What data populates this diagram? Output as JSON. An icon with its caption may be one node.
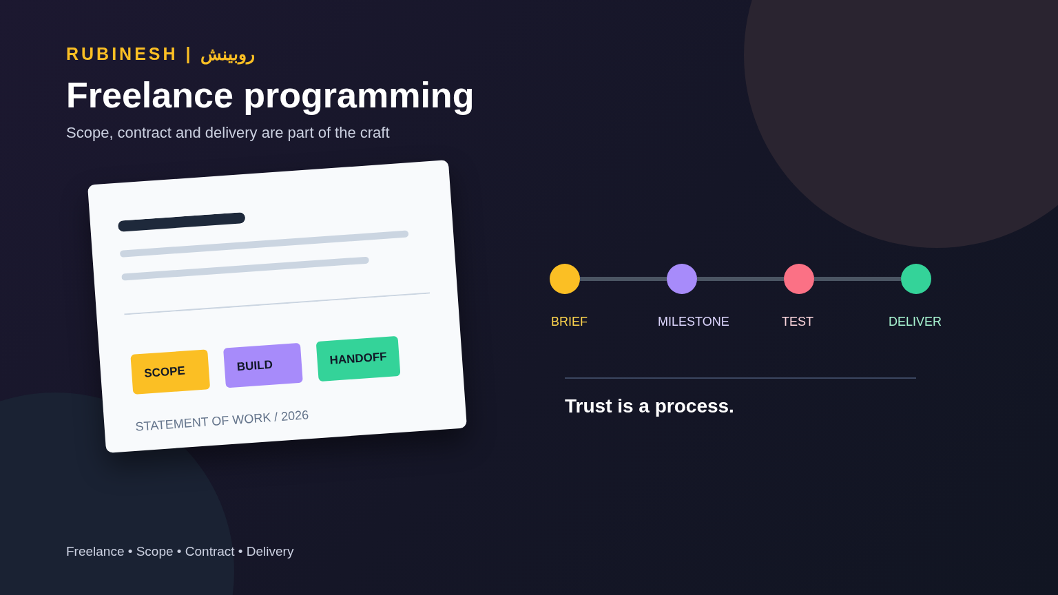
{
  "diagram": {
    "title": "Freelance programming",
    "nodes": [
      {
        "text": [
          "STATEMENT OF WORK / 2026"
        ]
      },
      {
        "text": [
          "SCOPE"
        ],
        "in": 0
      },
      {
        "text": [
          "BUILD"
        ],
        "in": 0
      },
      {
        "text": [
          "HANDOFF"
        ],
        "in": 0
      },
      {
        "text": [],
        "shape": "circle",
        "beside": [
          "BRIEF"
        ]
      },
      {
        "text": [],
        "shape": "circle",
        "beside": [
          "MILESTONE"
        ]
      },
      {
        "text": [],
        "shape": "circle",
        "beside": [
          "TEST"
        ]
      },
      {
        "text": [],
        "shape": "circle",
        "beside": [
          "DELIVER"
        ]
      }
    ],
    "edges": [
      {
        "from": 4,
        "to": 5,
        "arrow": "none"
      },
      {
        "from": 5,
        "to": 6,
        "arrow": "none"
      },
      {
        "from": 6,
        "to": 7,
        "arrow": "none"
      }
    ],
    "labels": [
      "RUBINESH | روبينش",
      "Scope, contract and delivery are part of the craft",
      "Trust is a process.",
      "Freelance • Scope • Contract • Delivery"
    ]
  }
}
